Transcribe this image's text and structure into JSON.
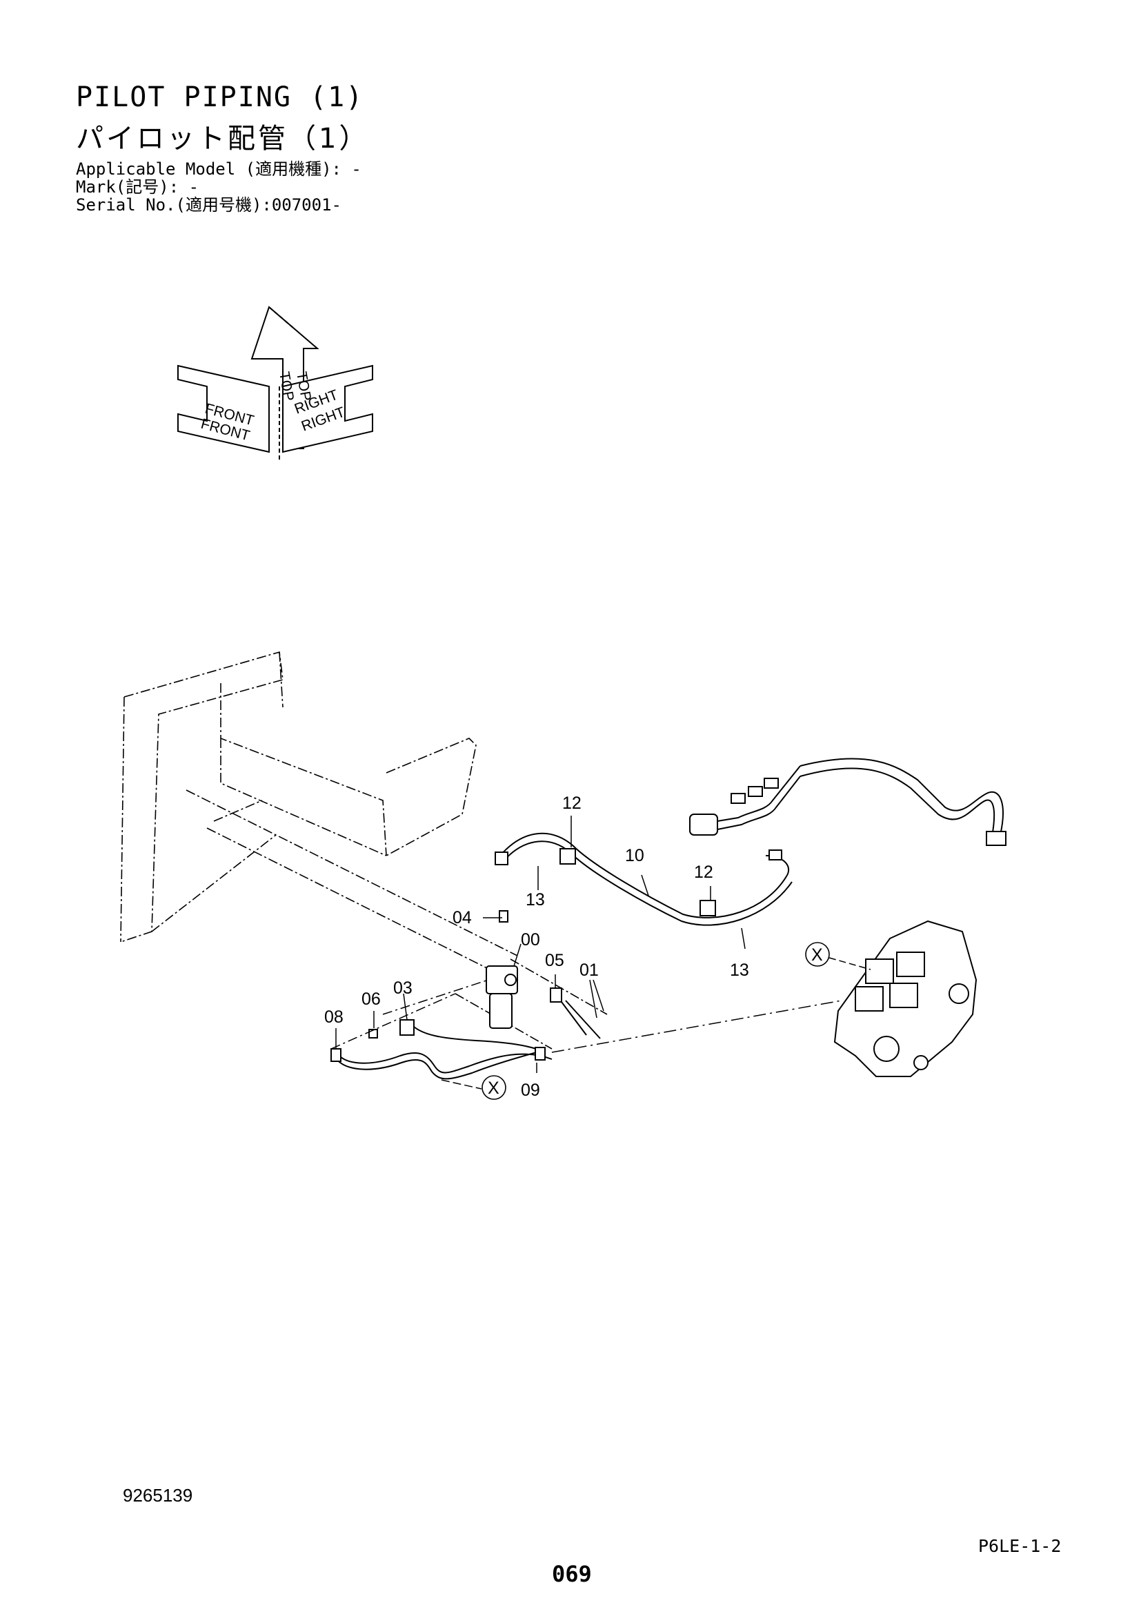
{
  "header": {
    "title_en": "PILOT PIPING (1)",
    "title_ja": "パイロット配管（1）",
    "applicable_model": "Applicable Model (適用機種): -",
    "mark": "Mark(記号): -",
    "serial_no": "Serial No.(適用号機):007001-"
  },
  "orientation_labels": {
    "top": "TOP",
    "front": "FRONT",
    "right": "RIGHT"
  },
  "callouts": {
    "c00": "00",
    "c01": "01",
    "c03": "03",
    "c04": "04",
    "c05": "05",
    "c06": "06",
    "c08": "08",
    "c09": "09",
    "c10": "10",
    "c12a": "12",
    "c12b": "12",
    "c13a": "13",
    "c13b": "13",
    "x_a": "X",
    "x_b": "X"
  },
  "footer": {
    "doc_number": "9265139",
    "figure_code": "P6LE-1-2",
    "page_number": "069"
  }
}
